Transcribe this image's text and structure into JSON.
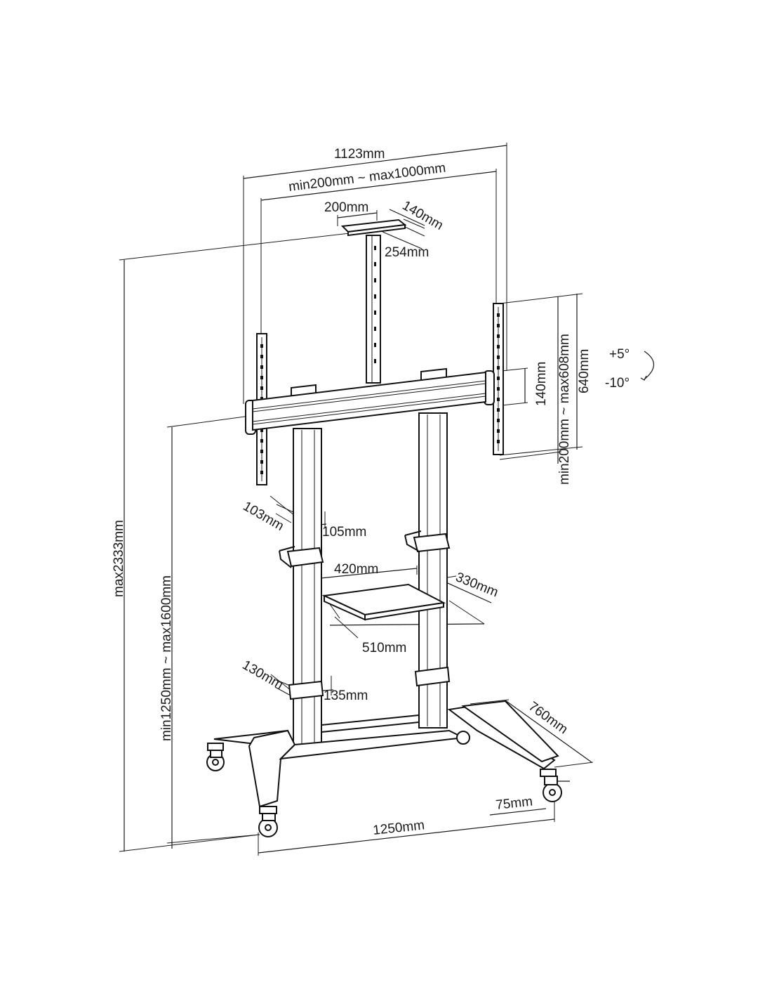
{
  "dimensions": {
    "overall_width": "1123mm",
    "vesa_width_range": "min200mm ~ max1000mm",
    "camera_shelf_width": "200mm",
    "camera_shelf_depth": "140mm",
    "camera_shelf_length": "254mm",
    "vesa_height_range": "min200mm ~ max608mm",
    "bracket_height": "640mm",
    "bracket_spacing": "140mm",
    "tilt_up": "+5°",
    "tilt_down": "-10°",
    "max_height": "max2333mm",
    "center_height_range": "min1250mm ~ max1600mm",
    "upper_clamp_depth": "103mm",
    "upper_clamp_width": "105mm",
    "shelf_width": "420mm",
    "shelf_depth": "330mm",
    "shelf_length": "510mm",
    "lower_clamp_depth": "130mm",
    "lower_clamp_width": "135mm",
    "base_depth": "760mm",
    "base_width": "1250mm",
    "caster_height": "75mm"
  }
}
